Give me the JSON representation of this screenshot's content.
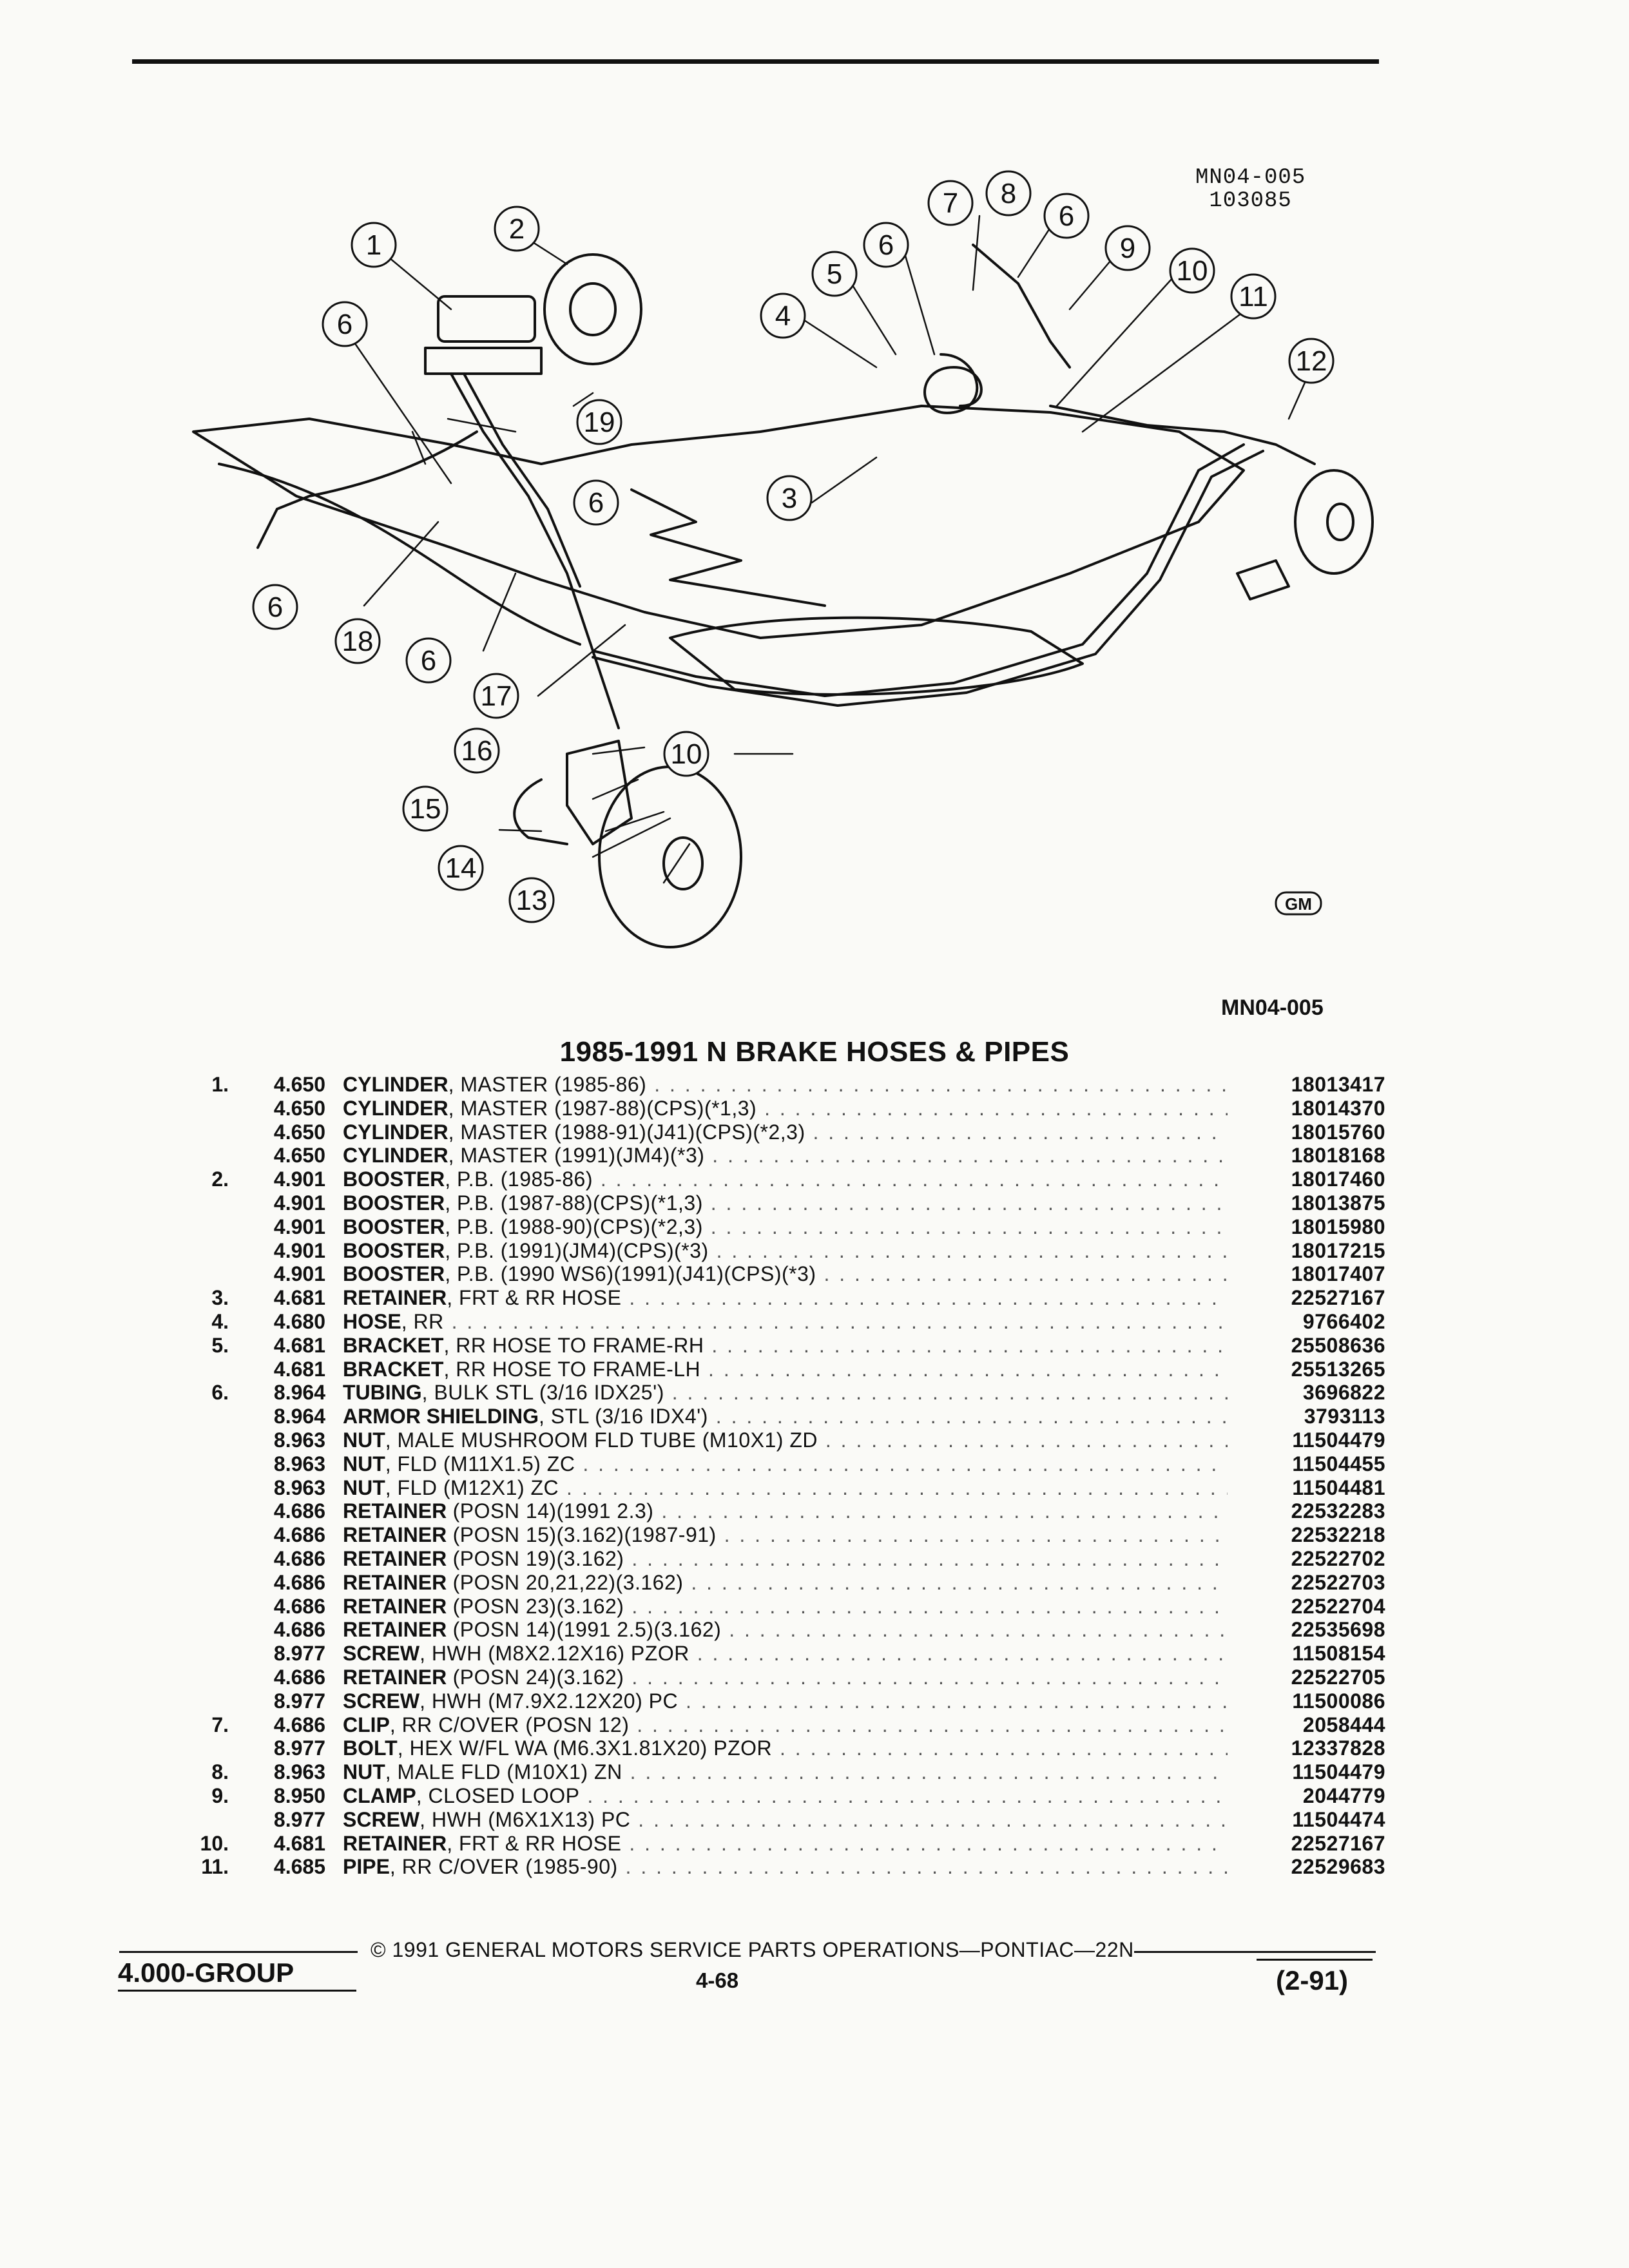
{
  "figure": {
    "code_line1": "MN04-005",
    "code_line2": "103085",
    "caption_code": "MN04-005",
    "callouts": [
      "1",
      "2",
      "3",
      "4",
      "5",
      "6",
      "7",
      "8",
      "9",
      "10",
      "11",
      "12",
      "13",
      "14",
      "15",
      "16",
      "17",
      "18",
      "19"
    ],
    "logo": "GM"
  },
  "section_title": "1985-1991 N BRAKE HOSES & PIPES",
  "parts": [
    {
      "key": "1.",
      "group": "4.650",
      "name": "CYLINDER",
      "spec": ", MASTER (1985-86)",
      "pn": "18013417"
    },
    {
      "key": "",
      "group": "4.650",
      "name": "CYLINDER",
      "spec": ", MASTER (1987-88)(CPS)(*1,3)",
      "pn": "18014370"
    },
    {
      "key": "",
      "group": "4.650",
      "name": "CYLINDER",
      "spec": ", MASTER (1988-91)(J41)(CPS)(*2,3)",
      "pn": "18015760"
    },
    {
      "key": "",
      "group": "4.650",
      "name": "CYLINDER",
      "spec": ", MASTER (1991)(JM4)(*3)",
      "pn": "18018168"
    },
    {
      "key": "2.",
      "group": "4.901",
      "name": "BOOSTER",
      "spec": ", P.B. (1985-86)",
      "pn": "18017460"
    },
    {
      "key": "",
      "group": "4.901",
      "name": "BOOSTER",
      "spec": ", P.B. (1987-88)(CPS)(*1,3)",
      "pn": "18013875"
    },
    {
      "key": "",
      "group": "4.901",
      "name": "BOOSTER",
      "spec": ", P.B. (1988-90)(CPS)(*2,3)",
      "pn": "18015980"
    },
    {
      "key": "",
      "group": "4.901",
      "name": "BOOSTER",
      "spec": ", P.B. (1991)(JM4)(CPS)(*3)",
      "pn": "18017215"
    },
    {
      "key": "",
      "group": "4.901",
      "name": "BOOSTER",
      "spec": ", P.B. (1990 WS6)(1991)(J41)(CPS)(*3)",
      "pn": "18017407"
    },
    {
      "key": "3.",
      "group": "4.681",
      "name": "RETAINER",
      "spec": ", FRT & RR HOSE",
      "pn": "22527167"
    },
    {
      "key": "4.",
      "group": "4.680",
      "name": "HOSE",
      "spec": ", RR",
      "pn": "9766402"
    },
    {
      "key": "5.",
      "group": "4.681",
      "name": "BRACKET",
      "spec": ", RR HOSE TO FRAME-RH",
      "pn": "25508636"
    },
    {
      "key": "",
      "group": "4.681",
      "name": "BRACKET",
      "spec": ", RR HOSE TO FRAME-LH",
      "pn": "25513265"
    },
    {
      "key": "6.",
      "group": "8.964",
      "name": "TUBING",
      "spec": ", BULK STL (3/16 IDX25')",
      "pn": "3696822"
    },
    {
      "key": "",
      "group": "8.964",
      "name": "ARMOR SHIELDING",
      "spec": ", STL (3/16 IDX4')",
      "pn": "3793113"
    },
    {
      "key": "",
      "group": "8.963",
      "name": "NUT",
      "spec": ", MALE MUSHROOM FLD TUBE (M10X1) ZD",
      "pn": "11504479"
    },
    {
      "key": "",
      "group": "8.963",
      "name": "NUT",
      "spec": ", FLD (M11X1.5) ZC",
      "pn": "11504455"
    },
    {
      "key": "",
      "group": "8.963",
      "name": "NUT",
      "spec": ", FLD (M12X1) ZC",
      "pn": "11504481"
    },
    {
      "key": "",
      "group": "4.686",
      "name": "RETAINER",
      "spec": " (POSN 14)(1991 2.3)",
      "pn": "22532283"
    },
    {
      "key": "",
      "group": "4.686",
      "name": "RETAINER",
      "spec": " (POSN 15)(3.162)(1987-91)",
      "pn": "22532218"
    },
    {
      "key": "",
      "group": "4.686",
      "name": "RETAINER",
      "spec": " (POSN 19)(3.162)",
      "pn": "22522702"
    },
    {
      "key": "",
      "group": "4.686",
      "name": "RETAINER",
      "spec": " (POSN 20,21,22)(3.162)",
      "pn": "22522703"
    },
    {
      "key": "",
      "group": "4.686",
      "name": "RETAINER",
      "spec": " (POSN 23)(3.162)",
      "pn": "22522704"
    },
    {
      "key": "",
      "group": "4.686",
      "name": "RETAINER",
      "spec": " (POSN 14)(1991 2.5)(3.162)",
      "pn": "22535698"
    },
    {
      "key": "",
      "group": "8.977",
      "name": "SCREW",
      "spec": ", HWH (M8X2.12X16) PZOR",
      "pn": "11508154"
    },
    {
      "key": "",
      "group": "4.686",
      "name": "RETAINER",
      "spec": " (POSN 24)(3.162)",
      "pn": "22522705"
    },
    {
      "key": "",
      "group": "8.977",
      "name": "SCREW",
      "spec": ", HWH (M7.9X2.12X20) PC",
      "pn": "11500086"
    },
    {
      "key": "7.",
      "group": "4.686",
      "name": "CLIP",
      "spec": ", RR C/OVER (POSN 12)",
      "pn": "2058444"
    },
    {
      "key": "",
      "group": "8.977",
      "name": "BOLT",
      "spec": ", HEX W/FL WA (M6.3X1.81X20) PZOR",
      "pn": "12337828"
    },
    {
      "key": "8.",
      "group": "8.963",
      "name": "NUT",
      "spec": ", MALE FLD (M10X1) ZN",
      "pn": "11504479"
    },
    {
      "key": "9.",
      "group": "8.950",
      "name": "CLAMP",
      "spec": ", CLOSED LOOP",
      "pn": "2044779"
    },
    {
      "key": "",
      "group": "8.977",
      "name": "SCREW",
      "spec": ", HWH (M6X1X13) PC",
      "pn": "11504474"
    },
    {
      "key": "10.",
      "group": "4.681",
      "name": "RETAINER",
      "spec": ", FRT & RR HOSE",
      "pn": "22527167"
    },
    {
      "key": "11.",
      "group": "4.685",
      "name": "PIPE",
      "spec": ", RR C/OVER (1985-90)",
      "pn": "22529683"
    }
  ],
  "footer": {
    "copyright": "© 1991 GENERAL MOTORS SERVICE PARTS OPERATIONS—PONTIAC—22N",
    "group": "4.000-GROUP",
    "page": "4-68",
    "revision": "(2-91)"
  }
}
